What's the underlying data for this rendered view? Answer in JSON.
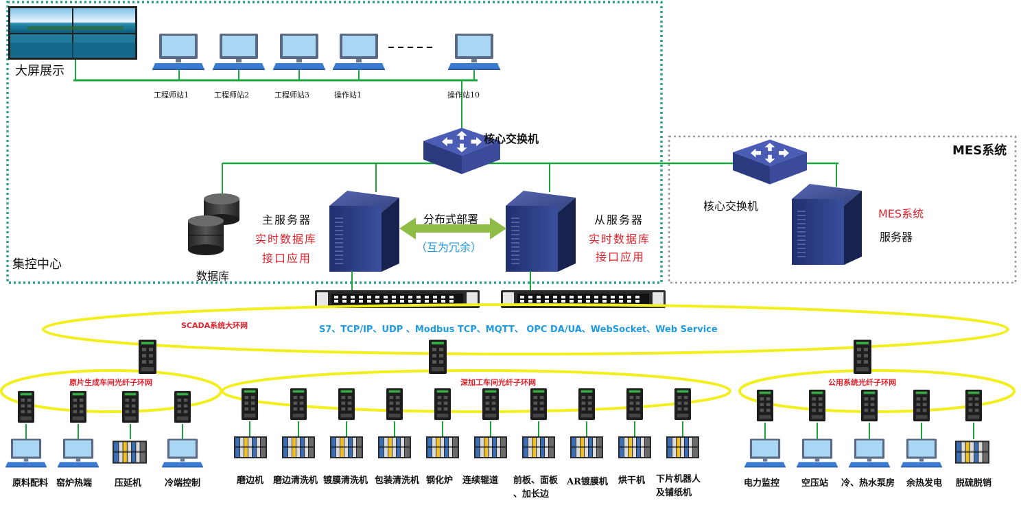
{
  "zones": {
    "control_center": "集控中心",
    "mes_system": "MES系统"
  },
  "big_screen": "大屏展示",
  "workstations": [
    "工程师站1",
    "工程师站2",
    "工程师站3",
    "操作站1",
    "操作站10"
  ],
  "core_switch_top": "核心交换机",
  "core_switch_mes": "核心交换机",
  "database": "数据库",
  "main_server": {
    "title": "主服务器",
    "line1": "实时数据库",
    "line2": "接口应用"
  },
  "slave_server": {
    "title": "从服务器",
    "line1": "实时数据库",
    "line2": "接口应用"
  },
  "distributed": {
    "title": "分布式部署",
    "sub": "（互为冗余）"
  },
  "mes_server": {
    "line1": "MES系统",
    "line2": "服务器"
  },
  "scada_ring": "SCADA系统大环网",
  "protocols": "S7、TCP/IP、UDP 、Modbus TCP、MQTT、 OPC DA/UA、WebSocket、Web Service",
  "sub_rings": {
    "left": "原片生成车间光纤子环网",
    "middle": "深加工车间光纤子环网",
    "right": "公用系统光纤子环网"
  },
  "left_devices": [
    "原料配料",
    "窑炉热端",
    "压延机",
    "冷端控制"
  ],
  "middle_devices": [
    "磨边机",
    "磨边清洗机",
    "镀膜清洗机",
    "包装清洗机",
    "钢化炉",
    "连续辊道",
    "前板、面板",
    "、加长边",
    "AR镀膜机",
    "烘干机",
    "下片机器人",
    "及铺纸机"
  ],
  "right_devices": [
    "电力监控",
    "空压站",
    "冷、热水泵房",
    "余热发电",
    "脱硫脱销"
  ],
  "colors": {
    "network_line": "#1aa63c",
    "ring": "#f3ee1e",
    "zone_border_cc": "#2a9d8f",
    "zone_border_mes": "#9a9a9a",
    "red_text": "#e0202a",
    "blue_text": "#1e9ae0",
    "arrow": "#8fbc46"
  }
}
